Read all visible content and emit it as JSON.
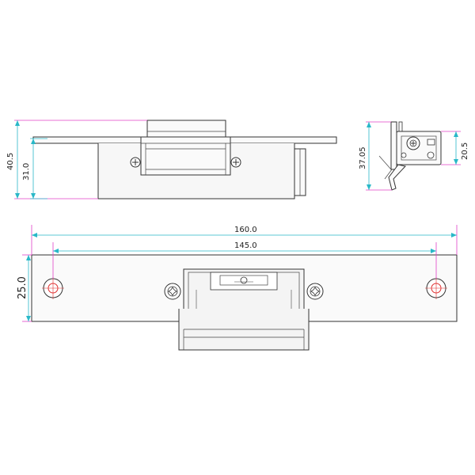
{
  "colors": {
    "dim_magenta": "#e040c8",
    "dim_cyan": "#29b8c8",
    "hole_red": "#e03030",
    "outline": "#333333"
  },
  "dimensions": {
    "side_total_height": "40.5",
    "side_body_height": "31.0",
    "end_total_height": "37.05",
    "end_partial_height": "20.5",
    "plate_length": "160.0",
    "hole_spacing": "145.0",
    "plate_height": "25.0"
  }
}
